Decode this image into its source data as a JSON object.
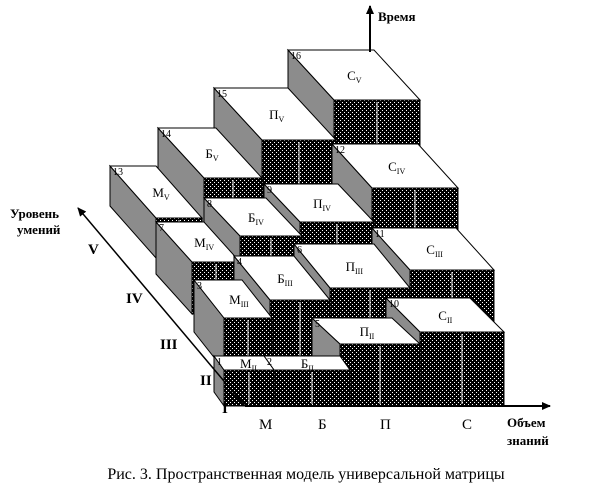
{
  "axes": {
    "vertical": "Время",
    "levels_line1": "Уровень",
    "levels_line2": "умений",
    "knowledge_line1": "Объем",
    "knowledge_line2": "знаний"
  },
  "levels": [
    "I",
    "II",
    "III",
    "IV",
    "V"
  ],
  "columns": [
    "М",
    "Б",
    "П",
    "С"
  ],
  "caption": "Рис. 3. Пространственная модель универсальной матрицы",
  "blocks": [
    {
      "n": "1",
      "base": "М",
      "sub": "II"
    },
    {
      "n": "2",
      "base": "Б",
      "sub": "II"
    },
    {
      "n": "5",
      "base": "П",
      "sub": "II"
    },
    {
      "n": "10",
      "base": "С",
      "sub": "II"
    },
    {
      "n": "3",
      "base": "М",
      "sub": "III"
    },
    {
      "n": "4",
      "base": "Б",
      "sub": "III"
    },
    {
      "n": "6",
      "base": "П",
      "sub": "III"
    },
    {
      "n": "11",
      "base": "С",
      "sub": "III"
    },
    {
      "n": "7",
      "base": "М",
      "sub": "IV"
    },
    {
      "n": "8",
      "base": "Б",
      "sub": "IV"
    },
    {
      "n": "9",
      "base": "П",
      "sub": "IV"
    },
    {
      "n": "12",
      "base": "С",
      "sub": "IV"
    },
    {
      "n": "13",
      "base": "М",
      "sub": "V"
    },
    {
      "n": "14",
      "base": "Б",
      "sub": "V"
    },
    {
      "n": "15",
      "base": "П",
      "sub": "V"
    },
    {
      "n": "16",
      "base": "С",
      "sub": "V"
    }
  ]
}
